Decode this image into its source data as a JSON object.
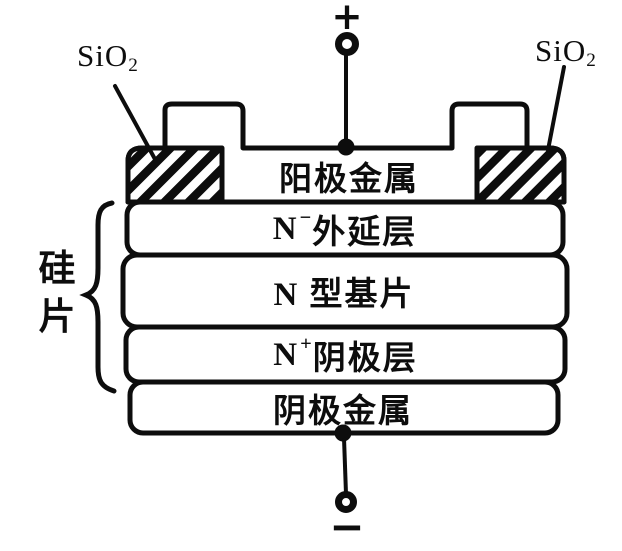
{
  "diagram": {
    "background": "#ffffff",
    "ink": "#0d0d0d",
    "terminals": {
      "positive": "+",
      "negative": "−"
    },
    "oxide": {
      "left": {
        "base": "SiO",
        "sub": "2"
      },
      "right": {
        "base": "SiO",
        "sub": "2"
      }
    },
    "layers": [
      {
        "key": "anode-metal",
        "pre": "阳极金属",
        "sup": "",
        "post": ""
      },
      {
        "key": "n-minus-epitaxial",
        "pre": "N",
        "sup": "−",
        "post": "外延层"
      },
      {
        "key": "n-type-substrate",
        "pre": "N 型基片",
        "sup": "",
        "post": ""
      },
      {
        "key": "n-plus-cathode-layer",
        "pre": "N",
        "sup": "+",
        "post": "阴极层"
      },
      {
        "key": "cathode-metal",
        "pre": "阴极金属",
        "sup": "",
        "post": ""
      }
    ],
    "wafer_brace_label": {
      "line1": "硅",
      "line2": "片"
    }
  }
}
